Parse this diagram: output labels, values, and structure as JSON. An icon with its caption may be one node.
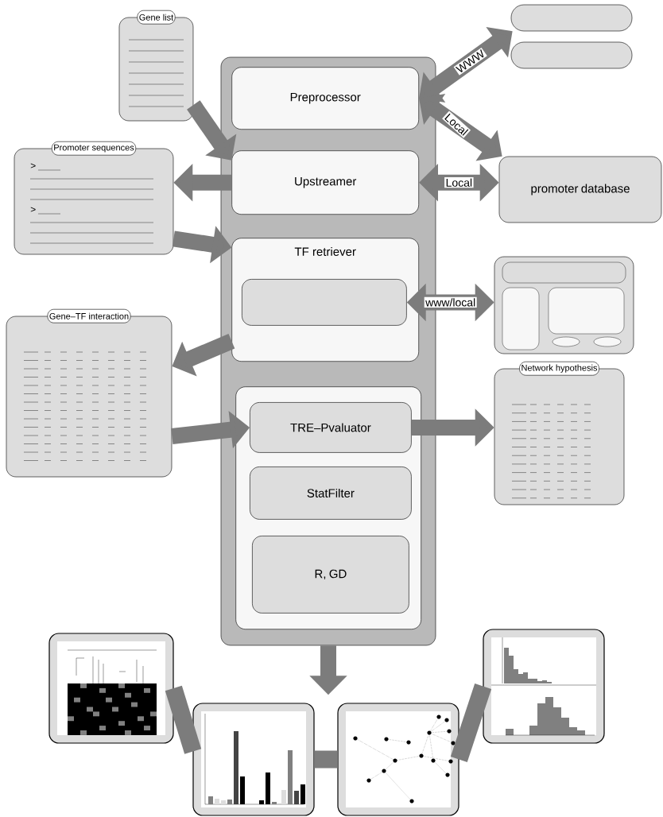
{
  "diagram": {
    "nodes": [
      {
        "text": [
          "Gene list"
        ]
      },
      {
        "text": [],
        "shape": "box"
      },
      {
        "text": [
          "Preprocessor"
        ],
        "in": 1
      },
      {
        "text": [
          "Upstreamer"
        ],
        "in": 1
      },
      {
        "text": [
          "TF retriever"
        ],
        "in": 1
      },
      {
        "text": [],
        "shape": "box",
        "in": 4
      },
      {
        "text": [],
        "shape": "box",
        "in": 1
      },
      {
        "text": [
          "TRE–Pvaluator"
        ],
        "in": 6
      },
      {
        "text": [
          "StatFilter"
        ],
        "in": 6
      },
      {
        "text": [
          "R, GD"
        ],
        "in": 6
      },
      {
        "text": [],
        "shape": "box"
      },
      {
        "text": [],
        "shape": "box"
      },
      {
        "text": [
          "Promoter sequences",
          ">",
          ">"
        ]
      },
      {
        "text": [
          "promoter database"
        ]
      },
      {
        "text": [],
        "shape": "box"
      },
      {
        "text": [
          "Gene–TF interaction"
        ]
      },
      {
        "text": [
          "Network hypothesis"
        ]
      },
      {
        "text": [],
        "shape": "picture"
      },
      {
        "text": [],
        "shape": "picture"
      },
      {
        "text": [],
        "shape": "picture"
      },
      {
        "text": [],
        "shape": "picture"
      }
    ],
    "edges": [
      {
        "from": 0,
        "to": 3,
        "arrow": "to"
      },
      {
        "from": 3,
        "to": 12,
        "arrow": "to"
      },
      {
        "from": 12,
        "to": 4,
        "arrow": "to"
      },
      {
        "from": 4,
        "to": 15,
        "arrow": "to"
      },
      {
        "from": 15,
        "to": 7,
        "arrow": "to"
      },
      {
        "from": 7,
        "to": 16,
        "arrow": "to"
      },
      {
        "from": 2,
        "to": 10,
        "arrow": "both",
        "label": "WWW"
      },
      {
        "from": 2,
        "to": 13,
        "arrow": "both",
        "label": "Local"
      },
      {
        "from": 3,
        "to": 13,
        "arrow": "both",
        "label": "Local"
      },
      {
        "from": 5,
        "to": 14,
        "arrow": "both",
        "label": "www/local"
      },
      {
        "from": 1,
        "to": null,
        "arrow": "to"
      },
      {
        "from": 17,
        "to": 18,
        "arrow": "none"
      },
      {
        "from": 18,
        "to": 19,
        "arrow": "none"
      },
      {
        "from": 19,
        "to": 20,
        "arrow": "none"
      }
    ]
  }
}
